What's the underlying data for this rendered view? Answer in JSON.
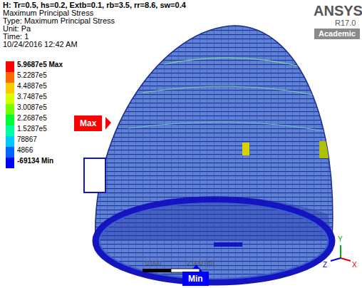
{
  "diagram": {
    "title": "H: Tr=0.5, hs=0.2, Extb=0.1, rb=3.5, rr=8.6, sw=0.4",
    "labels": [
      "Maximum Principal Stress",
      "Type: Maximum Principal Stress",
      "Unit: Pa",
      "Time: 1",
      "10/24/2016 12:42 AM",
      "ANSYS",
      "R17.0",
      "Academic",
      "Max",
      "Min",
      "0.000",
      "2.000 (m)",
      "Y",
      "Z",
      "X"
    ],
    "legend": [
      {
        "text": "5.9687e5 Max",
        "color": "#ff0000"
      },
      {
        "text": "5.2287e5",
        "color": "#ff6a00"
      },
      {
        "text": "4.4887e5",
        "color": "#ffc800"
      },
      {
        "text": "3.7487e5",
        "color": "#d7ff00"
      },
      {
        "text": "3.0087e5",
        "color": "#73ff00"
      },
      {
        "text": "2.2687e5",
        "color": "#00ff32"
      },
      {
        "text": "1.5287e5",
        "color": "#00ffa0"
      },
      {
        "text": "78867",
        "color": "#00c8ff"
      },
      {
        "text": "4866",
        "color": "#0064ff"
      },
      {
        "text": "-69134 Min",
        "color": "#0000ff"
      }
    ]
  }
}
